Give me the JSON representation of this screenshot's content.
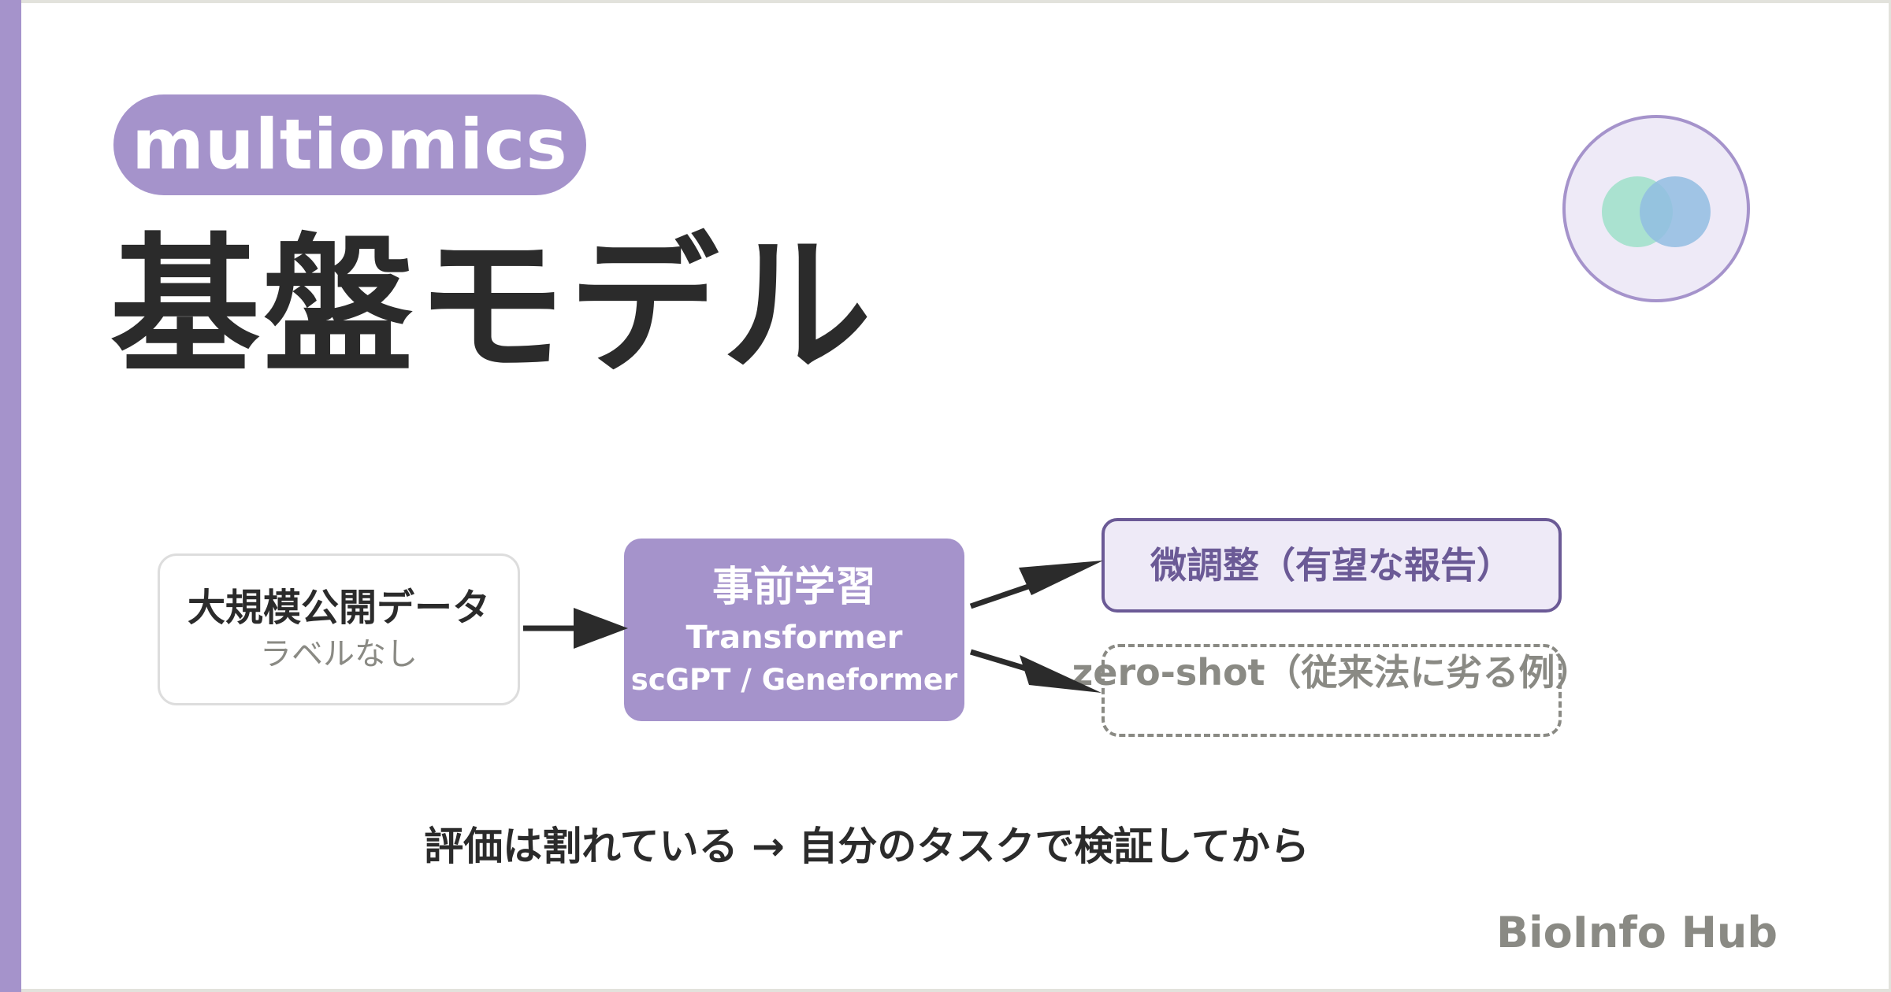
{
  "tag": "multiomics",
  "title": "基盤モデル",
  "logo": {
    "icon": "overlapping-circles-logo-icon",
    "colors": [
      "#9ee0c9",
      "#92bde2"
    ]
  },
  "diagram": {
    "data_box": {
      "line1": "大規模公開データ",
      "line2": "ラベルなし"
    },
    "pretrain_box": {
      "line1": "事前学習",
      "line2": "Transformer",
      "line3": "scGPT / Geneformer"
    },
    "finetune_box": {
      "line1": "微調整（有望な報告）"
    },
    "zeroshot_box": {
      "line1": "zero-shot（従来法に劣る例）"
    }
  },
  "note": "評価は割れている → 自分のタスクで検証してから",
  "brand": "BioInfo Hub",
  "colors": {
    "accent": "#a593cb",
    "accent_dark": "#6b5a96",
    "text": "#2b2b2b",
    "muted": "#8a8a84"
  }
}
